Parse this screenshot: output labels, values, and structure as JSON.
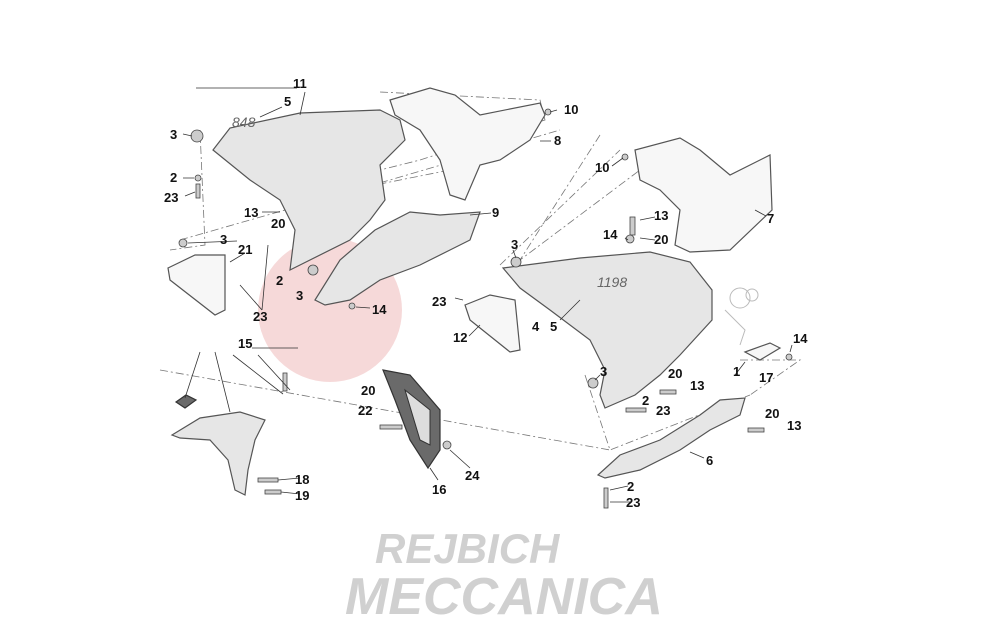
{
  "diagram": {
    "title": "Fairing exploded parts diagram",
    "watermark": [
      "REJBICH",
      "MECCANICA"
    ],
    "model_marks": [
      "848",
      "1198"
    ],
    "callouts": [
      "11",
      "5",
      "3",
      "2",
      "23",
      "13",
      "20",
      "3",
      "21",
      "2",
      "3",
      "23",
      "10",
      "8",
      "9",
      "10",
      "7",
      "13",
      "14",
      "20",
      "3",
      "14",
      "23",
      "12",
      "4",
      "5",
      "15",
      "3",
      "20",
      "13",
      "1",
      "17",
      "14",
      "20",
      "22",
      "2",
      "23",
      "20",
      "13",
      "6",
      "24",
      "16",
      "18",
      "19",
      "2",
      "23"
    ]
  }
}
